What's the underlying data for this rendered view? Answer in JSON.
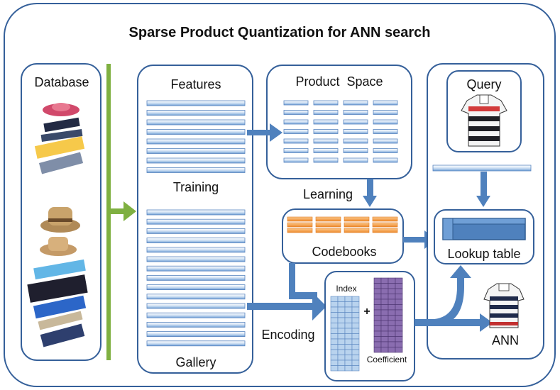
{
  "title": "Sparse Product Quantization for ANN search",
  "labels": {
    "database": "Database",
    "features": "Features",
    "training": "Training",
    "gallery": "Gallery",
    "product_space": "Product  Space",
    "learning": "Learning",
    "codebooks": "Codebooks",
    "encoding": "Encoding",
    "index": "Index",
    "plus": "+",
    "coefficient": "Coefficient",
    "query": "Query",
    "lookup_table": "Lookup table",
    "ann": "ANN"
  },
  "colors": {
    "border": "#35609a",
    "arrow": "#4f81bd",
    "green_arrow": "#7fb041",
    "feature_fill": "#dbe8f6",
    "codebook_orange": "#f6a04d",
    "coefficient_purple": "#7d60a0",
    "index_blue": "#b9d3ee"
  },
  "icons": {
    "database_items": [
      "hat-image",
      "clothing-image"
    ],
    "query_item": "striped-polo-image",
    "ann_item": "striped-rugby-shirt-image"
  }
}
